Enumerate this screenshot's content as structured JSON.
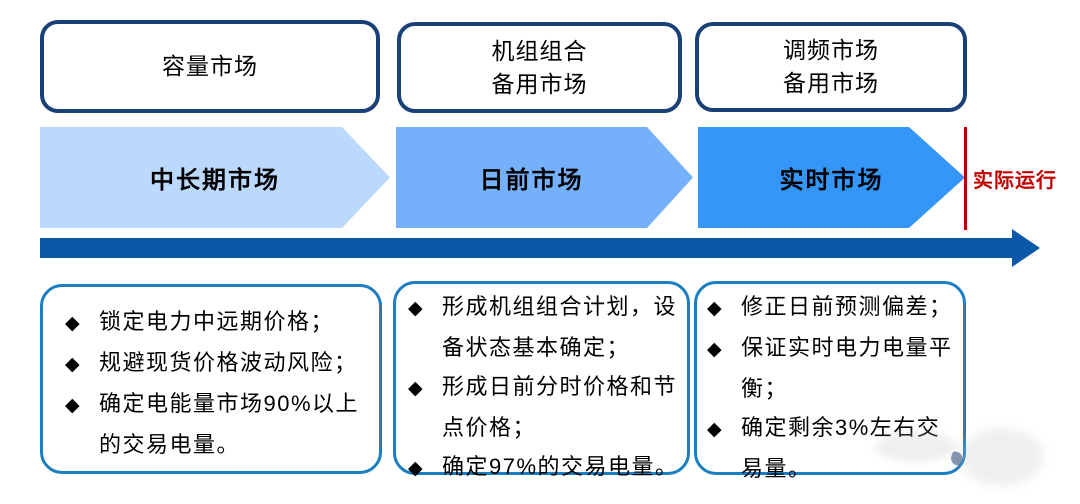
{
  "diagram": {
    "title_semantic": "electricity-market-sequence",
    "top_boxes": [
      {
        "lines": [
          "容量市场"
        ]
      },
      {
        "lines": [
          "机组组合",
          "备用市场"
        ]
      },
      {
        "lines": [
          "调频市场",
          "备用市场"
        ]
      }
    ],
    "stages": [
      {
        "label": "中长期市场"
      },
      {
        "label": "日前市场"
      },
      {
        "label": "实时市场"
      }
    ],
    "actual_operation_label": "实际运行",
    "bullet_glyph": "◆",
    "bullet_boxes": [
      {
        "items": [
          "锁定电力中远期价格；",
          "规避现货价格波动风险；",
          "确定电能量市场90%以上的交易电量。"
        ]
      },
      {
        "items": [
          "形成机组组合计划，设备状态基本确定；",
          "形成日前分时价格和节点价格；",
          "确定97%的交易电量。"
        ]
      },
      {
        "items": [
          "修正日前预测偏差；",
          "保证实时电力电量平衡；",
          "确定剩余3%左右交易量。"
        ]
      }
    ],
    "colors": {
      "top_box_border": "#1A4078",
      "bottom_box_border": "#1B7EC3",
      "stage1_fill": "#BAD9FC",
      "stage2_fill": "#74B1FA",
      "stage3_fill": "#3396F8",
      "timeline_arrow": "#0B57A8",
      "accent_red": "#C00000",
      "text": "#000000"
    }
  }
}
